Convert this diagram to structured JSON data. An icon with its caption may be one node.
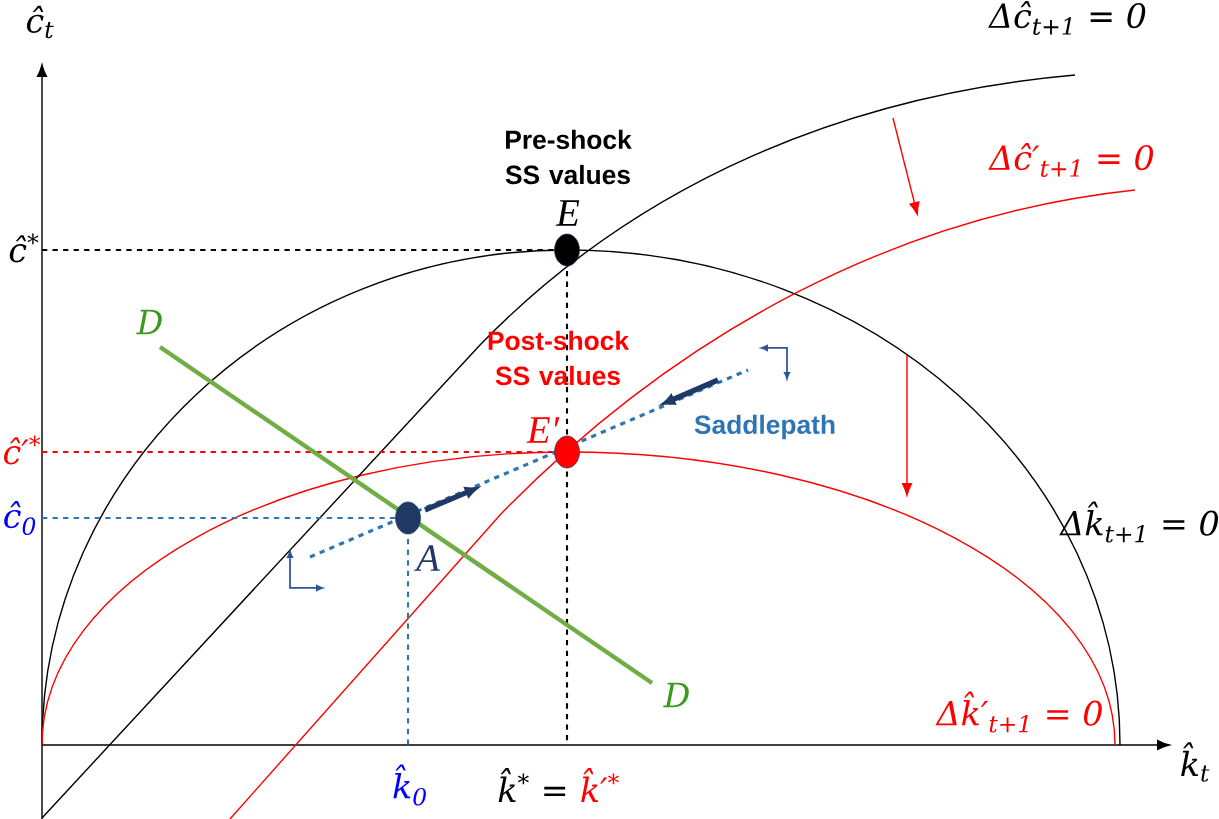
{
  "diagram": {
    "nodes": [
      {
        "text": [],
        "shape": "circle",
        "beside": [
          "E"
        ]
      },
      {
        "text": [],
        "shape": "circle",
        "beside": [
          "E′"
        ]
      },
      {
        "text": [],
        "shape": "circle",
        "beside": [
          "A"
        ]
      }
    ],
    "labels": [
      "ĉ$_{t}$",
      "Δĉ$_{t+1}$ = 0",
      "Pre-shock SS values",
      "Δĉ′$_{t+1}$ = 0",
      "ĉ$^{*}$",
      "D",
      "Post-shock SS values",
      "Saddlepath",
      "ĉ′$^{*}$",
      "ĉ$_{0}$",
      "Δk̂$_{t+1}$ = 0",
      "D",
      "Δk̂′$_{t+1}$ = 0",
      "k̂$_{t}$",
      "k̂$_{0}$",
      "k̂$^{*}$ =",
      "k̂′$^{*}$"
    ]
  }
}
